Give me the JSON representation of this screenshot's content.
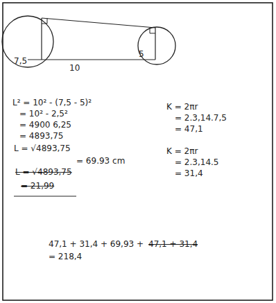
{
  "diagram": {
    "labels": [
      "7,5",
      "10",
      "5",
      "L² = 10² - (7,5 - 5)²",
      "= 10² - 2,5²",
      "= 4900 6,25",
      "= 4893,75",
      "L = √4893,75",
      "= 69.93 cm",
      "L = √4893,75",
      "= 21,99",
      "K = 2πr",
      "= 2.3,14.7,5",
      "= 47,1",
      "K = 2πr",
      "= 2.3,14.5",
      "= 31,4",
      "47,1 + 31,4 + 69,93 +",
      "47,1 + 31,4",
      "= 218,4"
    ]
  }
}
